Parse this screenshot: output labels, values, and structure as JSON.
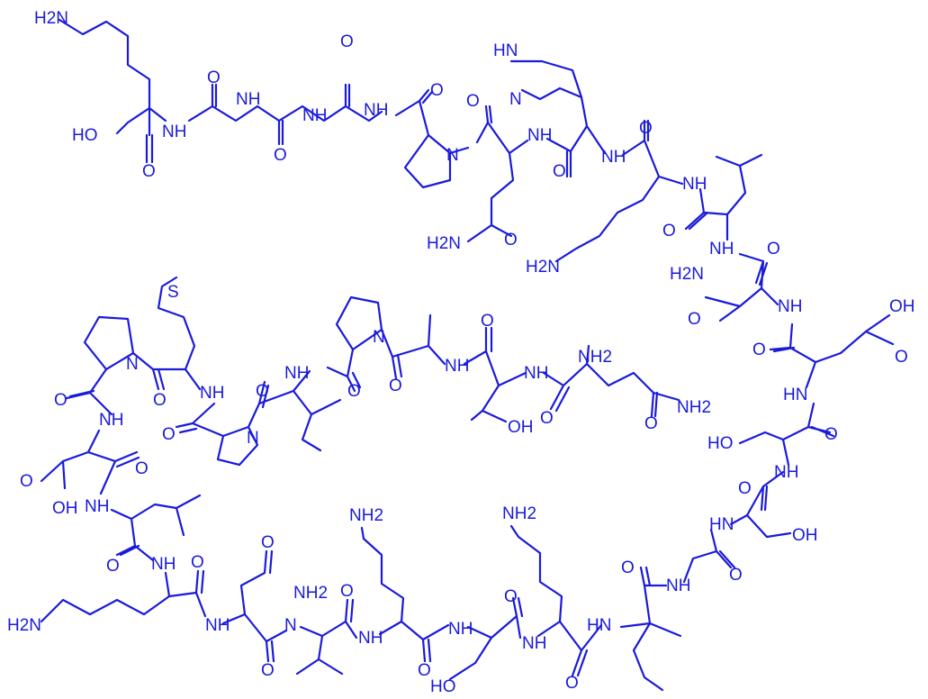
{
  "diagram": {
    "type": "chemical-structure",
    "color": "#1a1adb",
    "labels": {
      "h2n_top": "H2N",
      "ho_acid_top": "HO",
      "o_acid_top": "O",
      "nh_1": "NH",
      "o_1": "O",
      "nh_2": "NH",
      "o_2": "O",
      "nh_3": "NH",
      "o_3": "O",
      "nh_4": "NH",
      "o_pro1": "O",
      "n_pro1": "N",
      "hn_his": "HN",
      "n_his": "N",
      "o_his": "O",
      "nh_his": "NH",
      "o_gln": "O",
      "nh_gln": "NH",
      "o_gln_side": "O",
      "h2n_gln_side": "H2N",
      "o_lys1": "O",
      "h2n_lys1": "H2N",
      "nh_lys1": "NH",
      "o_leu1": "O",
      "nh_leu1": "NH",
      "o_asn1": "O",
      "h2n_asn1": "H2N",
      "o_asn1_side": "O",
      "nh_asn1": "NH",
      "oh_glu": "OH",
      "o_glu_side": "O",
      "o_glu": "O",
      "hn_glu": "HN",
      "o_thr1": "O",
      "ho_thr1": "HO",
      "nh_thr1": "NH",
      "o_ser1": "O",
      "hn_ser1": "HN",
      "oh_ser1": "OH",
      "o_gly": "O",
      "nh_gly": "NH",
      "o_ile": "O",
      "hn_ile": "HN",
      "o_lys2": "O",
      "nh_lys2": "NH",
      "h2n_lys2": "NH2",
      "o_ser2": "O",
      "ho_ser2": "HO",
      "nh_ser2": "NH",
      "o_lys3": "O",
      "h2n_lys3": "NH2",
      "nh_lys3": "NH",
      "o_val1": "O",
      "n_val1": "N",
      "o_asn2": "O",
      "nh2_asn2": "NH2",
      "nh_asn2": "NH",
      "o_asn2_bb": "O",
      "o_lys4": "O",
      "h2n_lys4": "H2N",
      "nh_lys4": "NH",
      "o_leu2": "O",
      "nh_leu2": "NH",
      "o_asp": "O",
      "ho_asp": "OH",
      "nh_asp": "NH",
      "o_asp_side": "O",
      "o_pro2": "O",
      "n_pro2": "N",
      "s_met": "S",
      "o_met": "O",
      "nh_met": "NH",
      "o_pro3": "O",
      "n_pro3": "N",
      "o_val2": "O",
      "nh_val2": "NH",
      "o_pro4": "O",
      "n_pro4": "N",
      "o_ala": "O",
      "nh_ala": "NH",
      "o_thr2": "O",
      "oh_thr2": "OH",
      "nh_thr2": "NH",
      "nh2_gln2": "NH2",
      "o_gln2": "O",
      "o_gln2_side": "O",
      "nh2_gln2_side": "NH2"
    }
  }
}
